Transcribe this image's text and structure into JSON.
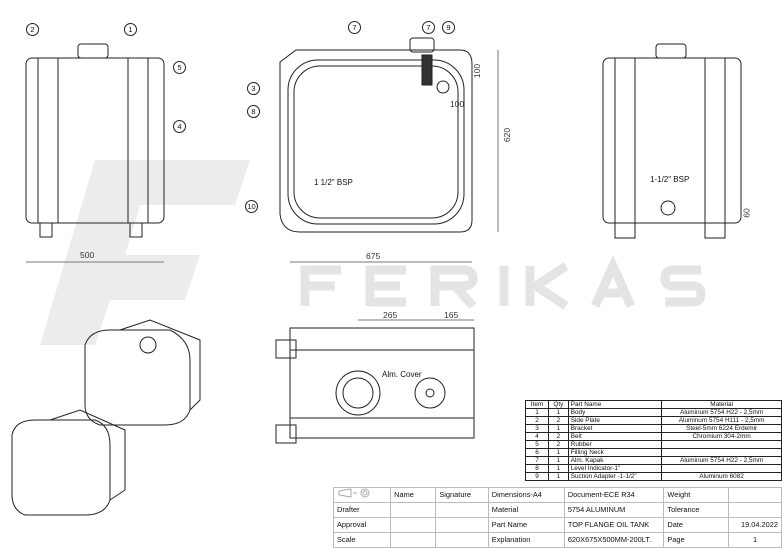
{
  "watermark": "FERIKAS",
  "dimensions": {
    "side_width": "500",
    "front_width": "675",
    "front_height": "620",
    "neck_offset_v": "100",
    "neck_offset_h": "100",
    "side_port_height": "60",
    "top_dist_1": "265",
    "top_dist_2": "165"
  },
  "notes": {
    "bsp_front": "1 1/2\" BSP",
    "bsp_side": "1-1/2\" BSP",
    "alm_cover": "Alm. Cover"
  },
  "callouts": [
    "1",
    "2",
    "3",
    "4",
    "5",
    "7",
    "7",
    "8",
    "9",
    "10"
  ],
  "parts_table": {
    "headers": [
      "Item",
      "Qty",
      "Part Name",
      "Material"
    ],
    "rows": [
      [
        "1",
        "1",
        "Body",
        "Aluminum 5754 H22 - 2,5mm"
      ],
      [
        "2",
        "2",
        "Side Plate",
        "Aluminum 5754 H111 - 2,5mm"
      ],
      [
        "3",
        "1",
        "Bracket",
        "Steel-5mm 6224 Erdemir"
      ],
      [
        "4",
        "2",
        "Belt",
        "Chromium 304-2mm"
      ],
      [
        "5",
        "2",
        "Rubber",
        ""
      ],
      [
        "6",
        "1",
        "Filling Neck",
        ""
      ],
      [
        "7",
        "1",
        "Alm. Kapak",
        "Aluminum 5754 H22 - 2,5mm"
      ],
      [
        "8",
        "1",
        "Level Indicator-1\"",
        ""
      ],
      [
        "9",
        "1",
        "Suction Adapter -1-1/2\"",
        "Aluminum 6082"
      ]
    ]
  },
  "title_block": {
    "rows": [
      [
        "",
        "Name",
        "Signature",
        "Dimensions-A4",
        "Document-ECE R34",
        "Weight",
        ""
      ],
      [
        "Drafter",
        "",
        "",
        "Material",
        "5754 ALUMINUM",
        "Tolerance",
        ""
      ],
      [
        "Approval",
        "",
        "",
        "Part Name",
        "TOP FLANGE OIL TANK",
        "Date",
        "19.04.2022"
      ],
      [
        "Scale",
        "",
        "",
        "Explanation",
        "620X675X500MM-200LT.",
        "Page",
        "1"
      ]
    ]
  }
}
